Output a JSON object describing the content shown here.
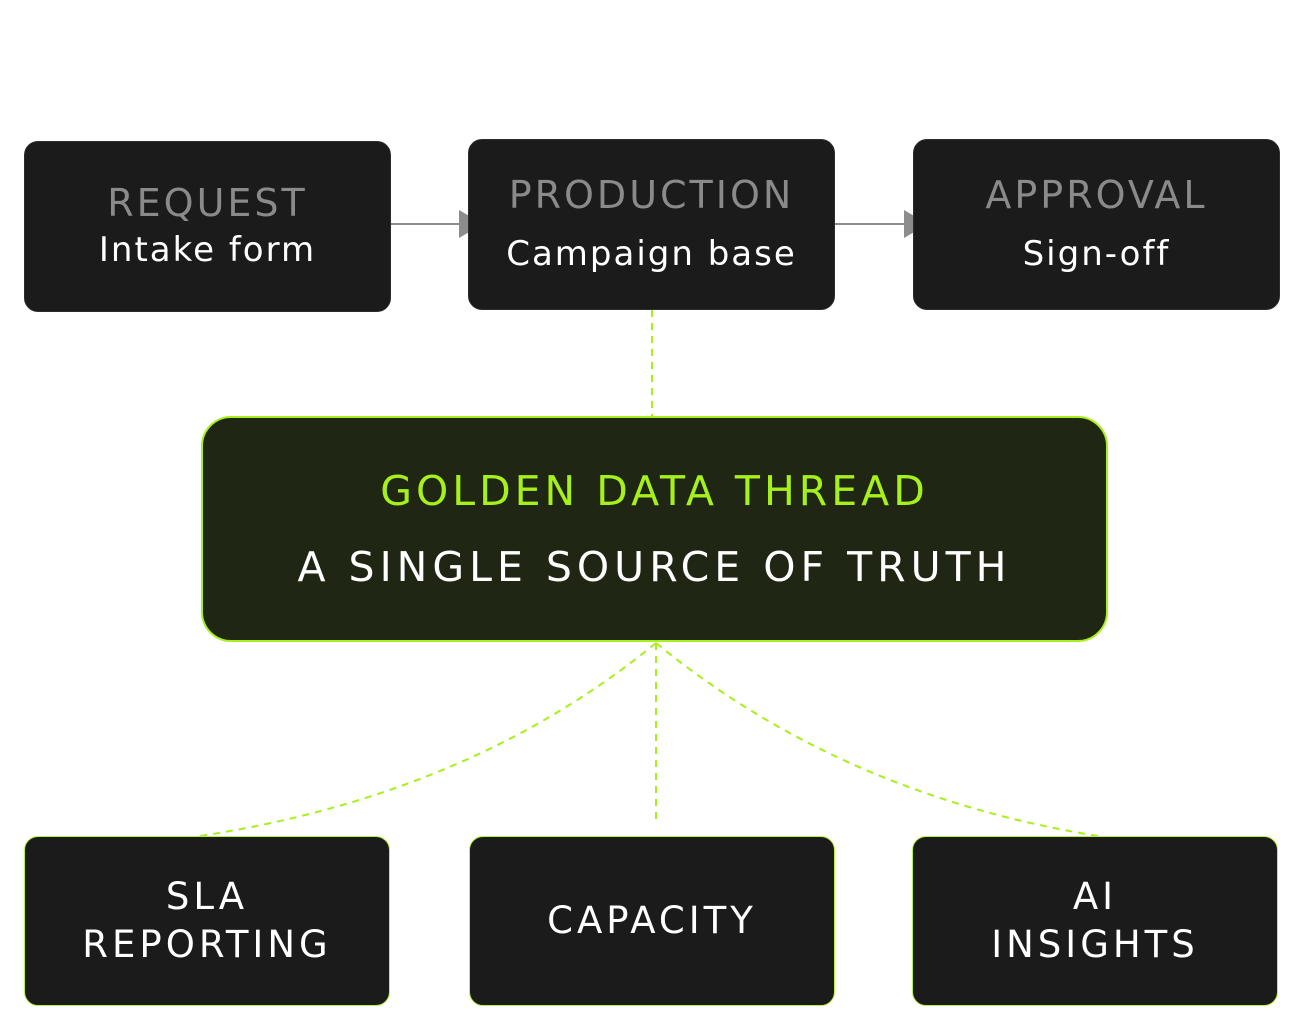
{
  "pipeline": [
    {
      "stage": "REQUEST",
      "detail": "Intake form"
    },
    {
      "stage": "PRODUCTION",
      "detail": "Campaign base"
    },
    {
      "stage": "APPROVAL",
      "detail": "Sign-off"
    }
  ],
  "thread": {
    "title": "GOLDEN DATA THREAD",
    "subtitle": "A SINGLE SOURCE OF TRUTH"
  },
  "outputs": [
    {
      "line1": "SLA",
      "line2": "REPORTING"
    },
    {
      "line1": "CAPACITY",
      "line2": ""
    },
    {
      "line1": "AI",
      "line2": "INSIGHTS"
    }
  ],
  "colors": {
    "box_background": "#1b1b1b",
    "accent_green": "#a6f01c",
    "thread_background": "#1f2613",
    "stage_text": "#8a8a8a",
    "arrow": "#8c8c8c"
  }
}
